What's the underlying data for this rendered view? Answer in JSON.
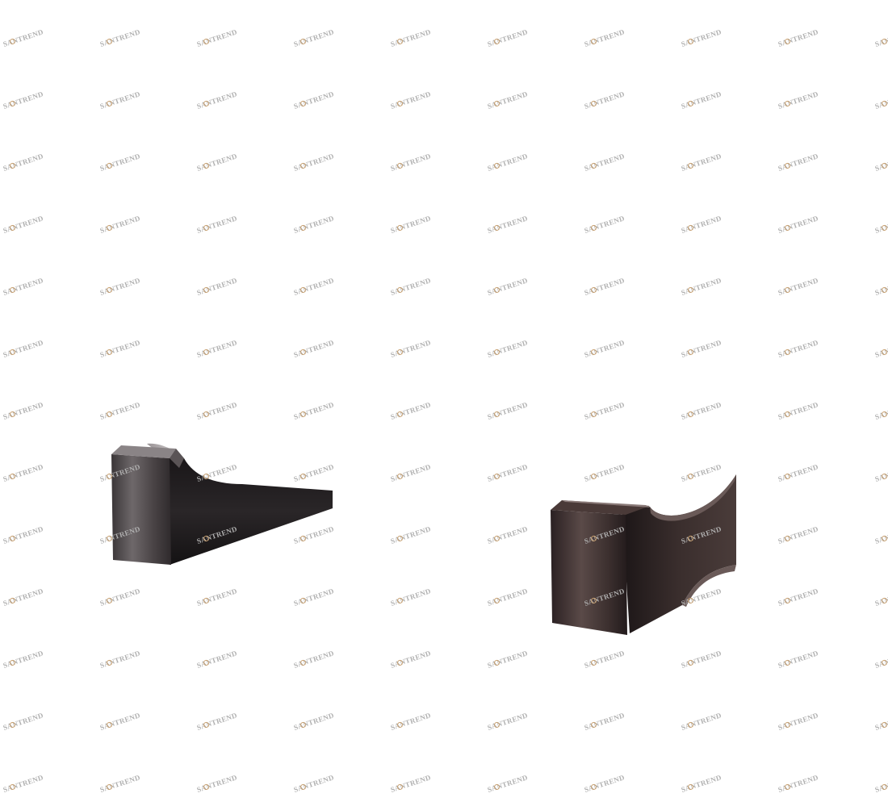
{
  "image": {
    "background_color": "#ffffff",
    "watermark": {
      "text": "SANTREND",
      "color": "#b0b0b0",
      "accent_color": "#c8a070"
    },
    "subjects": [
      {
        "name": "tapered-square-furniture-leg",
        "finish": "dark brushed metal",
        "base_color": "#2a2628",
        "highlight_color": "#6a6466"
      },
      {
        "name": "curved-square-furniture-leg",
        "finish": "dark brushed bronze",
        "base_color": "#2e2424",
        "highlight_color": "#5a4a48"
      }
    ]
  }
}
